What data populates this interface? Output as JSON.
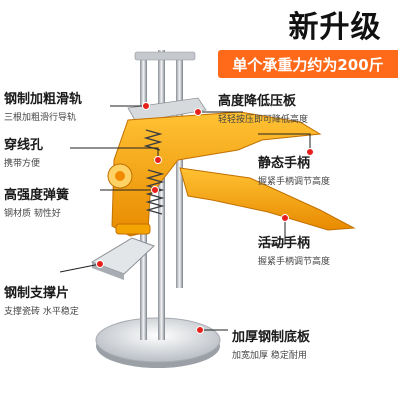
{
  "header": {
    "title": "新升级",
    "banner": "单个承重力约为200斤"
  },
  "labels": [
    {
      "title": "钢制加粗滑轨",
      "sub": "三根加粗滑行导轨"
    },
    {
      "title": "穿线孔",
      "sub": "携带方便"
    },
    {
      "title": "高强度弹簧",
      "sub": "钢材质 韧性好"
    },
    {
      "title": "钢制支撑片",
      "sub": "支撑瓷砖  水平稳定"
    },
    {
      "title": "高度降低压板",
      "sub": "轻轻按压即可降低高度"
    },
    {
      "title": "静态手柄",
      "sub": "握紧手柄调节高度"
    },
    {
      "title": "活动手柄",
      "sub": "握紧手柄调节高度"
    },
    {
      "title": "加厚钢制底板",
      "sub": "加宽加厚  稳定耐用"
    }
  ],
  "colors": {
    "accent": "#ff6a1a",
    "tool_body": "#f5a300",
    "callout_dot": "#e8201b"
  }
}
